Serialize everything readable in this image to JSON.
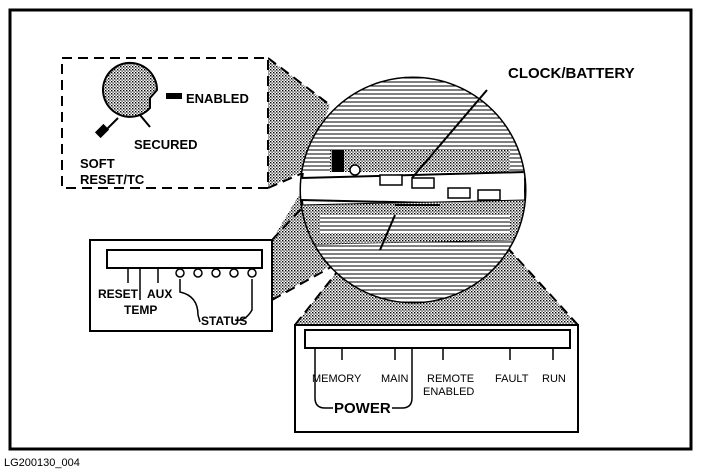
{
  "callout_labels": {
    "clock_battery": "CLOCK/BATTERY"
  },
  "keyswitch": {
    "enabled": "ENABLED",
    "secured": "SECURED",
    "soft_reset_line1": "SOFT",
    "soft_reset_line2": "RESET/TC"
  },
  "left_panel": {
    "reset": "RESET",
    "aux": "AUX",
    "temp": "TEMP",
    "status": "STATUS"
  },
  "right_panel": {
    "memory": "MEMORY",
    "main": "MAIN",
    "remote_line1": "REMOTE",
    "remote_line2": "ENABLED",
    "fault": "FAULT",
    "run": "RUN",
    "power": "POWER"
  },
  "figure_id": "LG200130_004"
}
